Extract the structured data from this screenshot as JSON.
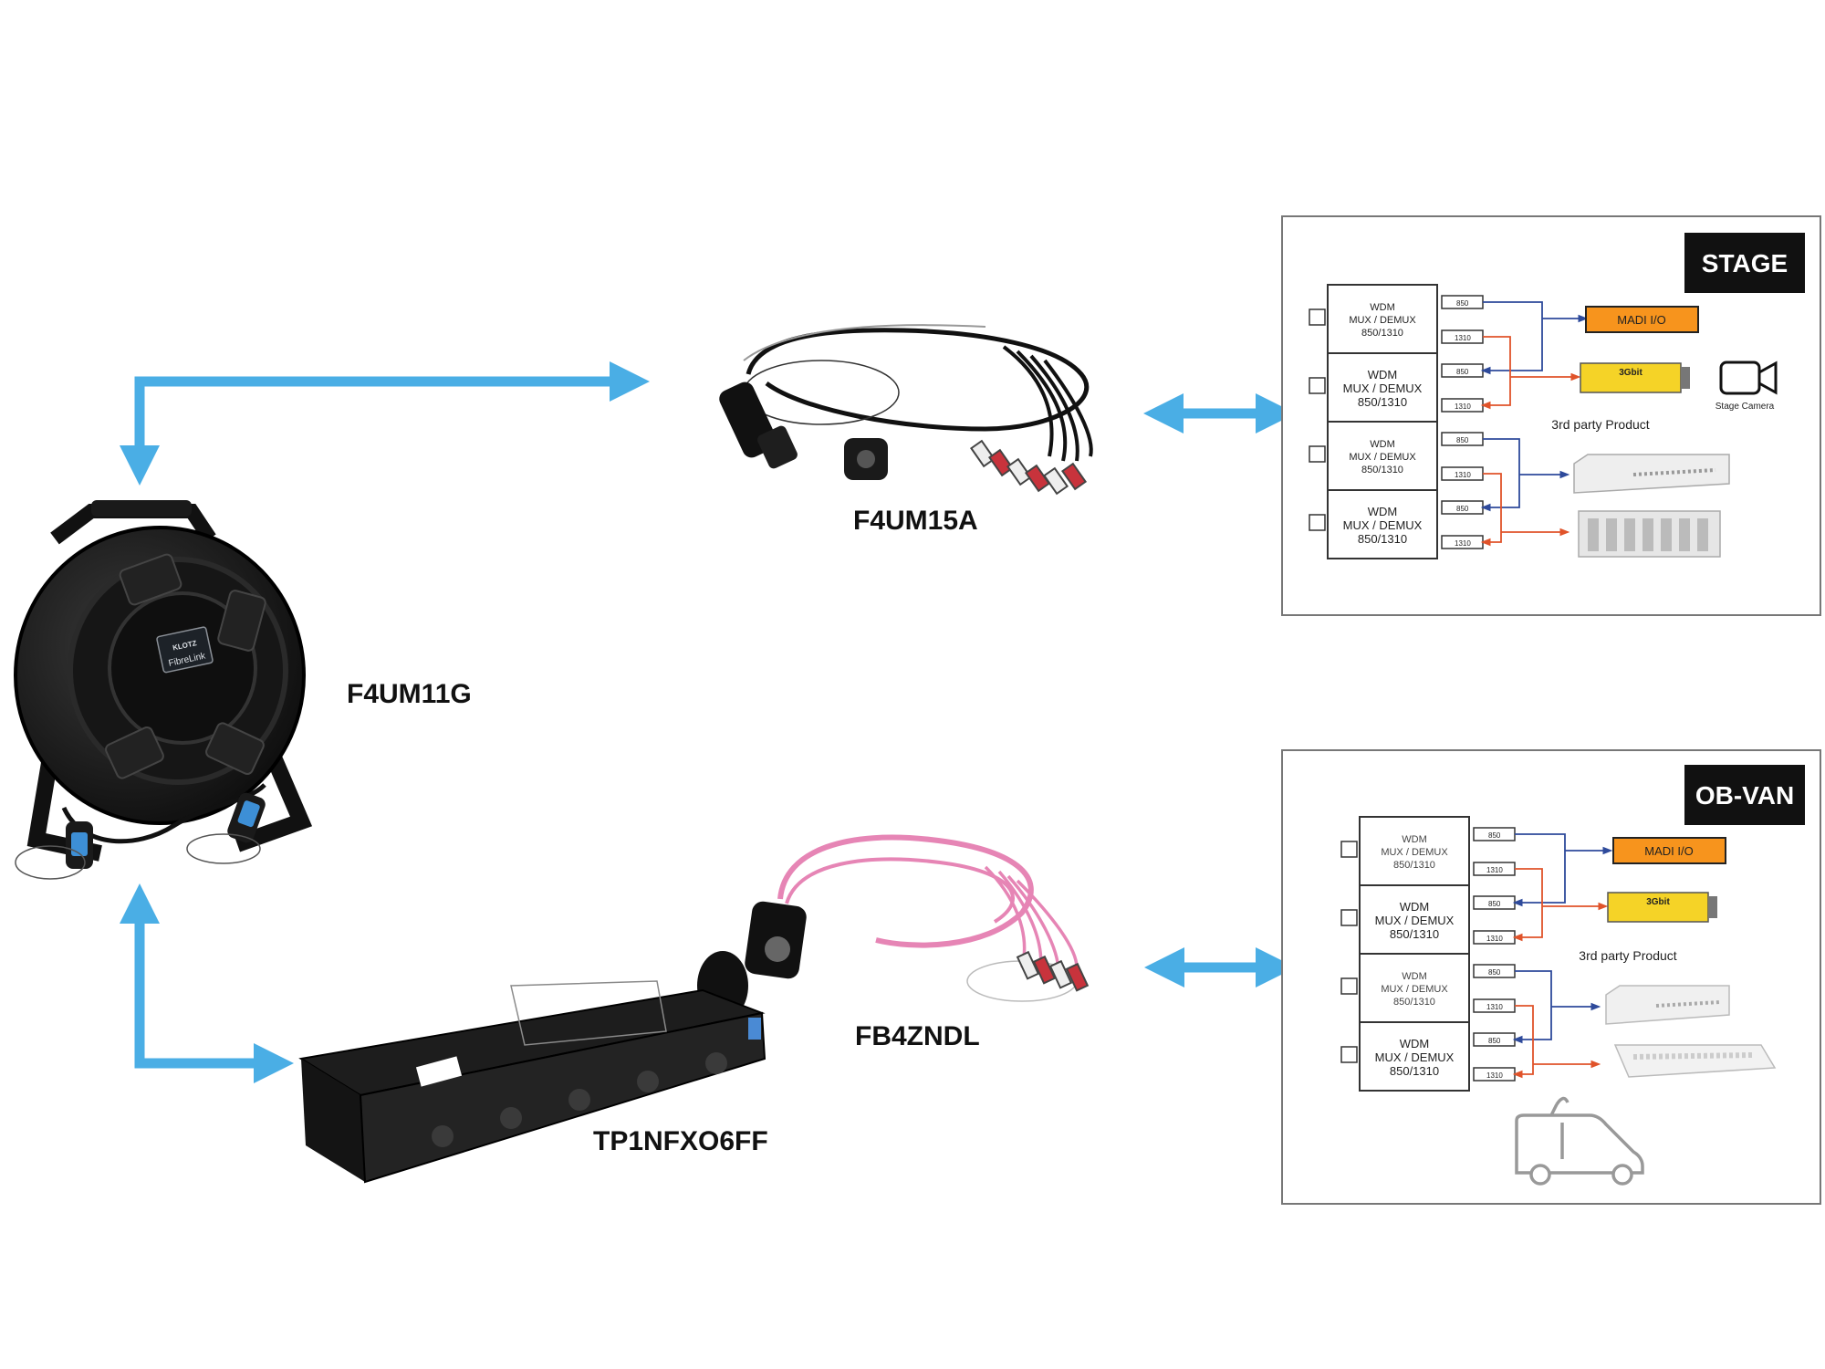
{
  "products": {
    "reel": "F4UM11G",
    "breakout_top": "F4UM15A",
    "breakout_bottom": "FB4ZNDL",
    "panel": "TP1NFXO6FF",
    "reel_badge_brand": "KLOTZ",
    "reel_badge_line": "FibreLink"
  },
  "stage_panel": {
    "title": "STAGE",
    "wdm_modules": [
      {
        "line1": "WDM",
        "line2": "MUX / DEMUX",
        "line3": "850/1310"
      },
      {
        "line1": "WDM",
        "line2": "MUX / DEMUX",
        "line3": "850/1310"
      },
      {
        "line1": "WDM",
        "line2": "MUX / DEMUX",
        "line3": "850/1310"
      },
      {
        "line1": "WDM",
        "line2": "MUX / DEMUX",
        "line3": "850/1310"
      }
    ],
    "port_top": "850",
    "port_bottom": "1310",
    "madi": "MADI I/O",
    "sdi_label": "3Gbit",
    "third_party": "3rd party Product",
    "camera": "Stage Camera"
  },
  "obvan_panel": {
    "title": "OB-VAN",
    "wdm_modules": [
      {
        "line1": "WDM",
        "line2": "MUX / DEMUX",
        "line3": "850/1310"
      },
      {
        "line1": "WDM",
        "line2": "MUX / DEMUX",
        "line3": "850/1310"
      },
      {
        "line1": "WDM",
        "line2": "MUX / DEMUX",
        "line3": "850/1310"
      },
      {
        "line1": "WDM",
        "line2": "MUX / DEMUX",
        "line3": "850/1310"
      }
    ],
    "port_top": "850",
    "port_bottom": "1310",
    "madi": "MADI I/O",
    "sdi_label": "3Gbit",
    "third_party": "3rd party Product"
  },
  "colors": {
    "arrow": "#4aaee5",
    "madi": "#f7941d",
    "sdi": "#f5d327",
    "blue_line": "#2e4a9b",
    "orange_line": "#e0532a",
    "pink_cable": "#e685b5"
  }
}
